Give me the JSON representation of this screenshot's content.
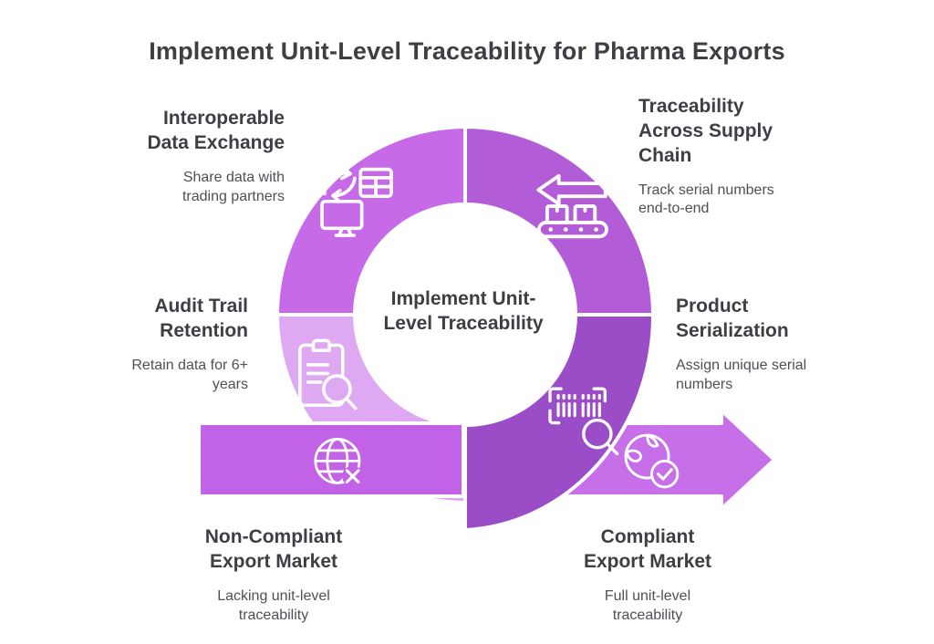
{
  "title": "Implement Unit-Level Traceability for Pharma Exports",
  "center_label": "Implement Unit-\nLevel Traceability",
  "colors": {
    "title_text": "#3e3e44",
    "heading_text": "#3e3e44",
    "body_text": "#4f4f56",
    "segment_top_left": "#c76ae8",
    "segment_top_right": "#b35cd8",
    "segment_bottom_left": "#dfa8f2",
    "segment_bottom_right": "#9a4dc6",
    "arrow_left_band": "#c263e7",
    "arrow_right_band": "#c76fe9",
    "icon_stroke": "#ffffff"
  },
  "segments": [
    {
      "id": "interoperable-data-exchange",
      "heading": "Interoperable\nData Exchange",
      "description": "Share data with\ntrading partners",
      "icon": "data-exchange-icon"
    },
    {
      "id": "traceability-across-supply-chain",
      "heading": "Traceability\nAcross Supply\nChain",
      "description": "Track serial numbers\nend-to-end",
      "icon": "conveyor-belt-icon"
    },
    {
      "id": "audit-trail-retention",
      "heading": "Audit Trail\nRetention",
      "description": "Retain data for 6+\nyears",
      "icon": "clipboard-search-icon"
    },
    {
      "id": "product-serialization",
      "heading": "Product\nSerialization",
      "description": "Assign unique serial\nnumbers",
      "icon": "barcode-search-icon"
    }
  ],
  "arrow_markets": [
    {
      "id": "non-compliant-export-market",
      "heading": "Non-Compliant\nExport Market",
      "description": "Lacking unit-level\ntraceability",
      "icon": "globe-x-icon"
    },
    {
      "id": "compliant-export-market",
      "heading": "Compliant\nExport Market",
      "description": "Full unit-level\ntraceability",
      "icon": "globe-check-icon"
    }
  ]
}
